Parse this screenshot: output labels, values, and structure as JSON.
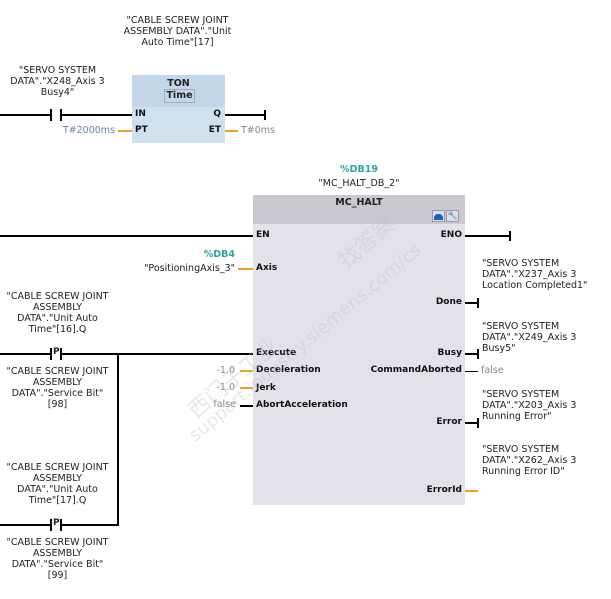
{
  "network1": {
    "timer_instance": "\"CABLE SCREW JOINT ASSEMBLY DATA\".\"Unit Auto Time\"[17]",
    "contact_tag": "\"SERVO SYSTEM DATA\".\"X248_Axis 3 Busy4\"",
    "block_type": "TON",
    "block_subtype": "Time",
    "pins": {
      "in": "IN",
      "pt": "PT",
      "q": "Q",
      "et": "ET"
    },
    "pt_value": "T#2000ms",
    "et_value": "T#0ms"
  },
  "network2": {
    "db_address": "%DB19",
    "db_name": "\"MC_HALT_DB_2\"",
    "block_type": "MC_HALT",
    "inputs": {
      "en": "EN",
      "axis": "Axis",
      "execute": "Execute",
      "deceleration": "Deceleration",
      "jerk": "Jerk",
      "abort_acceleration": "AbortAcceleration"
    },
    "outputs": {
      "eno": "ENO",
      "done": "Done",
      "busy": "Busy",
      "command_aborted": "CommandAborted",
      "error": "Error",
      "error_id": "ErrorId"
    },
    "axis_db_address": "%DB4",
    "axis_tag": "\"PositioningAxis_3\"",
    "deceleration_value": "-1.0",
    "jerk_value": "-1.0",
    "abort_acceleration_value": "false",
    "command_aborted_value": "false",
    "done_tag": "\"SERVO SYSTEM DATA\".\"X237_Axis 3 Location Completed1\"",
    "busy_tag": "\"SERVO SYSTEM DATA\".\"X249_Axis 3 Busy5\"",
    "error_tag": "\"SERVO SYSTEM DATA\".\"X203_Axis 3 Running Error\"",
    "error_id_tag": "\"SERVO SYSTEM DATA\".\"X262_Axis 3 Running Error ID\"",
    "contact1_top": "\"CABLE SCREW JOINT ASSEMBLY DATA\".\"Unit Auto Time\"[16].Q",
    "contact1_bottom": "\"CABLE SCREW JOINT ASSEMBLY DATA\".\"Service Bit\"[98]",
    "contact2_top": "\"CABLE SCREW JOINT ASSEMBLY DATA\".\"Unit Auto Time\"[17].Q",
    "contact2_bottom": "\"CABLE SCREW JOINT ASSEMBLY DATA\".\"Service Bit\"[99]",
    "edge_label": "P"
  },
  "watermark": {
    "line1": "西门子工业",
    "line2": "support.industry.siemens.com/cs",
    "line3": "找答案"
  },
  "colors": {
    "ton_box": "#cfe1ef",
    "block_body": "#e2e2ea",
    "block_header": "#c9c9d2",
    "db_text": "#2aa4a4",
    "param_wire": "#f0a020"
  }
}
